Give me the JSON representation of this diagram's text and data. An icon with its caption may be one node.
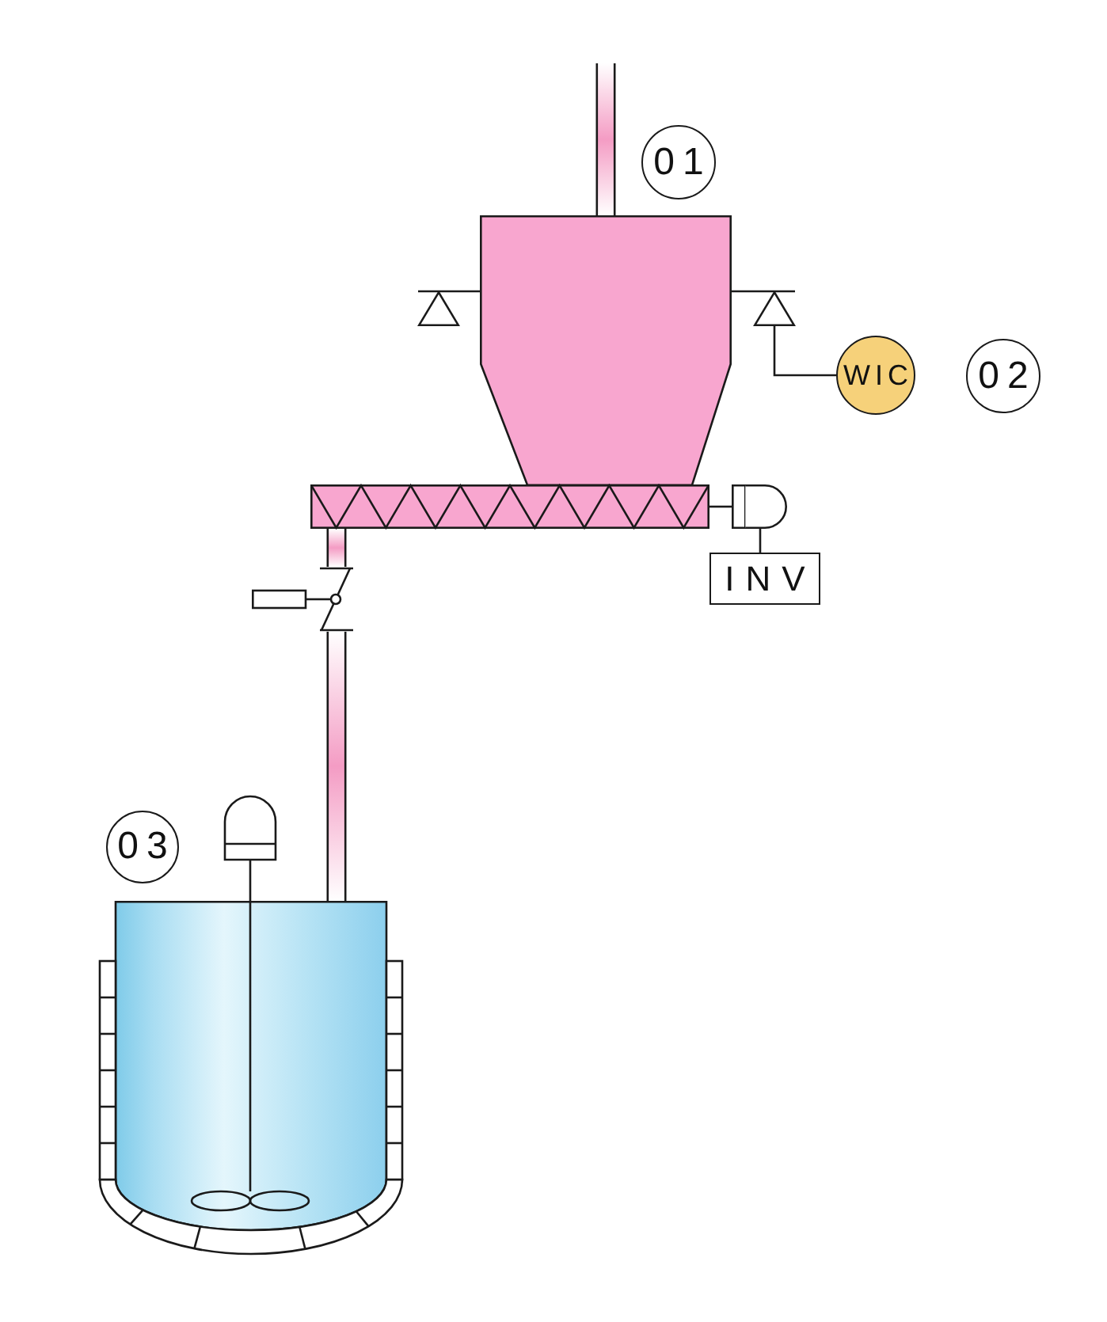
{
  "diagram": {
    "nodes": [
      {
        "text": [
          "01"
        ]
      },
      {
        "text": [],
        "shape": "hopper"
      },
      {
        "text": [],
        "shape": "triangle"
      },
      {
        "text": [],
        "shape": "triangle"
      },
      {
        "text": [
          "WIC"
        ]
      },
      {
        "text": [
          "02"
        ]
      },
      {
        "text": [],
        "shape": "bar"
      },
      {
        "text": [],
        "shape": "motor"
      },
      {
        "text": [
          "INV"
        ]
      },
      {
        "text": [],
        "shape": "valve"
      },
      {
        "text": [
          "03"
        ]
      },
      {
        "text": [],
        "shape": "tank"
      }
    ],
    "edges": [
      {
        "from": null,
        "to": 1,
        "arrow": "none",
        "style": "thick",
        "color": "#f49cc4"
      },
      {
        "from": 1,
        "to": 2,
        "arrow": "none"
      },
      {
        "from": 1,
        "to": 3,
        "arrow": "none"
      },
      {
        "from": 3,
        "to": 4,
        "arrow": "none"
      },
      {
        "from": 6,
        "to": 7,
        "arrow": "none"
      },
      {
        "from": 7,
        "to": 8,
        "arrow": "none"
      },
      {
        "from": 6,
        "to": 9,
        "arrow": "none",
        "style": "thick",
        "color": "#f49cc4"
      },
      {
        "from": 9,
        "to": 11,
        "arrow": "none",
        "style": "thick",
        "color": "#f49cc4"
      }
    ]
  }
}
